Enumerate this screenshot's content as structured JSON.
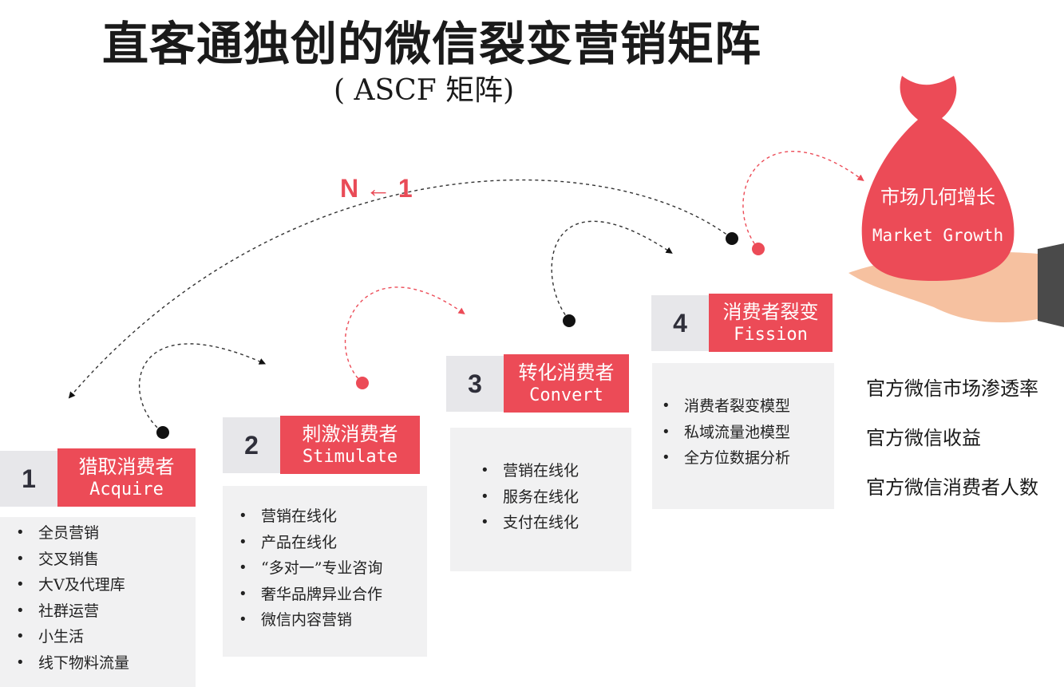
{
  "title": "直客通独创的微信裂变营销矩阵",
  "subtitle": "( ASCF 矩阵)",
  "ratio_label": "N ← 1",
  "colors": {
    "accent": "#ec4b57",
    "panel": "#f1f1f2",
    "number_panel": "#e7e7ea",
    "text": "#222222"
  },
  "steps": [
    {
      "number": "1",
      "title_zh": "猎取消费者",
      "title_en": "Acquire",
      "items": [
        "全员营销",
        "交叉销售",
        "大V及代理库",
        "社群运营",
        "小生活",
        "线下物料流量"
      ]
    },
    {
      "number": "2",
      "title_zh": "刺激消费者",
      "title_en": "Stimulate",
      "items": [
        "营销在线化",
        "产品在线化",
        "“多对一”专业咨询",
        "奢华品牌异业合作",
        "微信内容营销"
      ]
    },
    {
      "number": "3",
      "title_zh": "转化消费者",
      "title_en": "Convert",
      "items": [
        "营销在线化",
        "服务在线化",
        "支付在线化"
      ]
    },
    {
      "number": "4",
      "title_zh": "消费者裂变",
      "title_en": "Fission",
      "items": [
        "消费者裂变模型",
        "私域流量池模型",
        "全方位数据分析"
      ]
    }
  ],
  "growth": {
    "label_zh": "市场几何增长",
    "label_en": "Market Growth",
    "icon": "money-bag-on-hand-icon"
  },
  "metrics": [
    "官方微信市场渗透率",
    "官方微信收益",
    "官方微信消费者人数"
  ]
}
